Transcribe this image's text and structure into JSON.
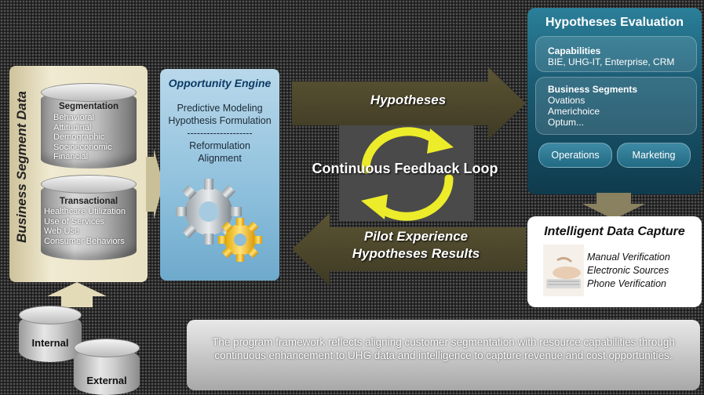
{
  "business_segment": {
    "title": "Business Segment Data",
    "segmentation": {
      "title": "Segmentation",
      "items": [
        "Behavioral",
        "Attitudinal",
        "Demographic",
        "Socioeconomic",
        "Financial"
      ]
    },
    "transactional": {
      "title": "Transactional",
      "items": [
        "Healthcare Utilization",
        "Use of Services",
        "Web Use",
        "Consumer Behaviors"
      ]
    }
  },
  "sources": {
    "internal": "Internal",
    "external": "External"
  },
  "opportunity_engine": {
    "title": "Opportunity Engine",
    "lines": [
      "Predictive Modeling",
      "Hypothesis Formulation",
      "--------------------",
      "Reformulation",
      "Alignment"
    ]
  },
  "arrows": {
    "hypotheses": "Hypotheses",
    "pilot_line1": "Pilot Experience",
    "pilot_line2": "Hypotheses Results"
  },
  "feedback_loop": "Continuous Feedback Loop",
  "hypotheses_evaluation": {
    "title": "Hypotheses Evaluation",
    "capabilities": {
      "title": "Capabilities",
      "text": "BIE, UHG-IT, Enterprise, CRM"
    },
    "business_segments": {
      "title": "Business Segments",
      "items": [
        "Ovations",
        "Americhoice",
        "Optum..."
      ]
    },
    "pills": [
      "Operations",
      "Marketing"
    ]
  },
  "intelligent_data_capture": {
    "title": "Intelligent Data Capture",
    "items": [
      "Manual Verification",
      "Electronic Sources",
      "Phone Verification"
    ]
  },
  "summary": "The program framework reflects aligning customer segmentation with resource capabilities through continuous enhancement to UHG data and intelligence to capture revenue and cost opportunities."
}
